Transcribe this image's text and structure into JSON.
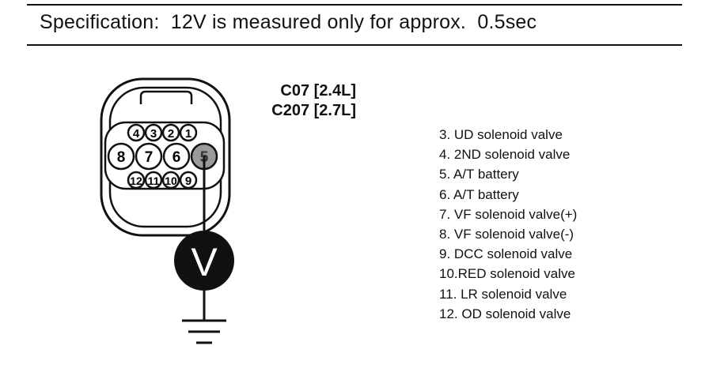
{
  "specification": "Specification:  12V is measured only for approx.  0.5sec",
  "connector": {
    "codes": [
      "C07 [2.4L]",
      "C207 [2.7L]"
    ],
    "top_row": [
      "4",
      "3",
      "2",
      "1"
    ],
    "middle_row": [
      "8",
      "7",
      "6",
      "5"
    ],
    "bottom_row": [
      "12",
      "11",
      "10",
      "9"
    ],
    "probed_pin": "5"
  },
  "meter": {
    "symbol": "V"
  },
  "pin_descriptions": [
    "3. UD solenoid valve",
    "4. 2ND solenoid valve",
    "5. A/T battery",
    "6. A/T battery",
    "7. VF solenoid valve(+)",
    "8. VF solenoid valve(-)",
    "9. DCC solenoid valve",
    "10.RED solenoid valve",
    "11. LR solenoid valve",
    "12. OD solenoid valve"
  ]
}
